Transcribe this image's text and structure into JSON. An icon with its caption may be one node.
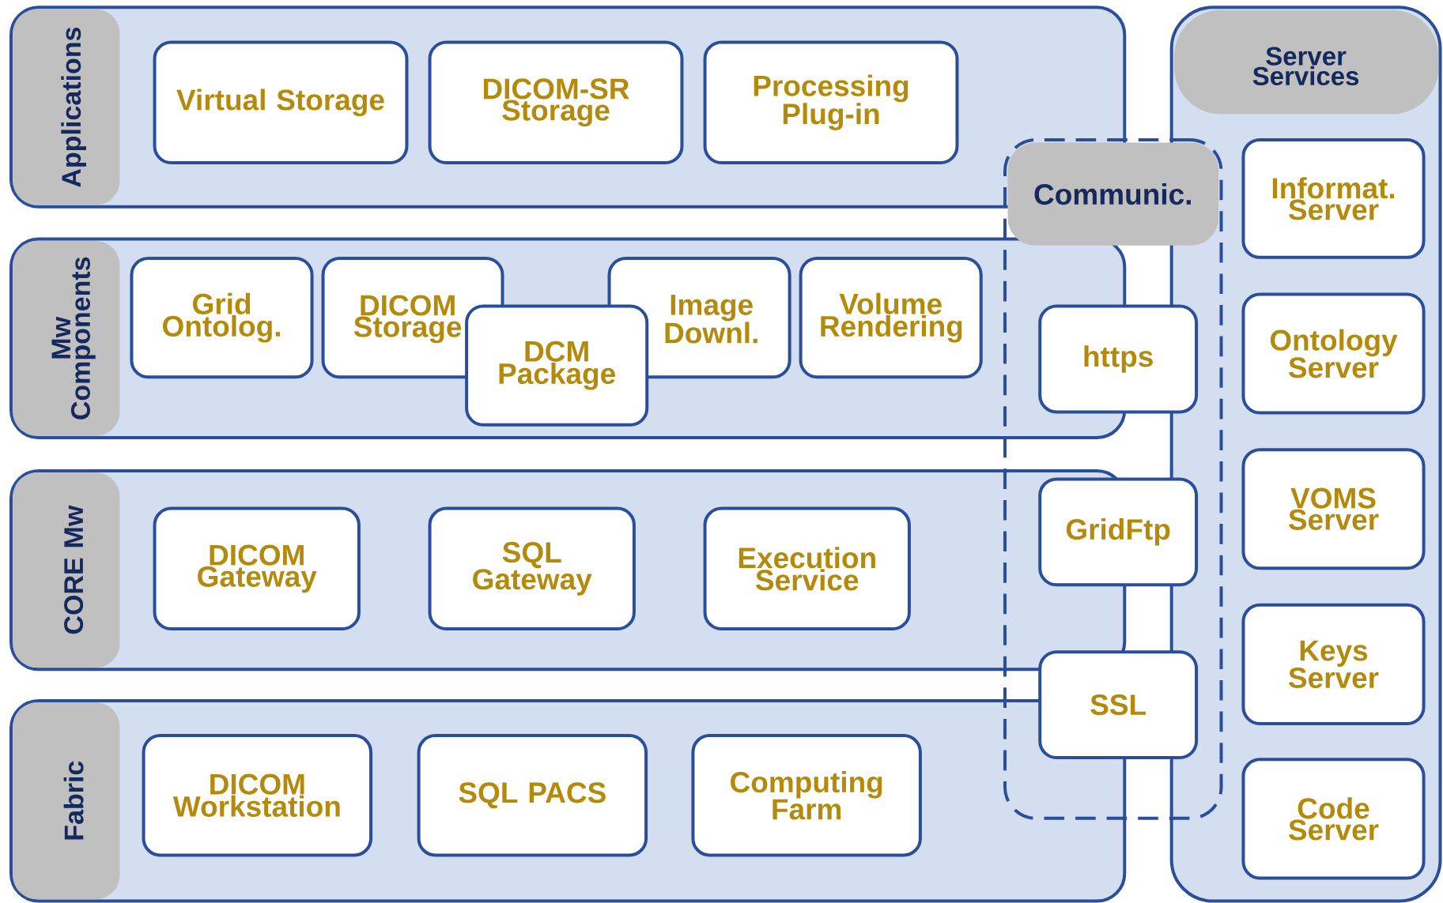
{
  "diagram": {
    "nodes": [
      {
        "text": [
          "Applications"
        ]
      },
      {
        "text": [
          "Virtual Storage"
        ],
        "in": 0
      },
      {
        "text": [
          "DICOM-SR Storage"
        ],
        "in": 0
      },
      {
        "text": [
          "Processing Plug-in"
        ],
        "in": 0
      },
      {
        "text": [
          "Mw Components"
        ]
      },
      {
        "text": [
          "Grid Ontolog."
        ],
        "in": 4
      },
      {
        "text": [
          "DICOM Storage"
        ],
        "in": 4
      },
      {
        "text": [
          "DCM Package"
        ],
        "in": 4
      },
      {
        "text": [
          "Image Downl."
        ],
        "in": 4
      },
      {
        "text": [
          "Volume Rendering"
        ],
        "in": 4
      },
      {
        "text": [
          "CORE Mw"
        ]
      },
      {
        "text": [
          "DICOM Gateway"
        ],
        "in": 10
      },
      {
        "text": [
          "SQL Gateway"
        ],
        "in": 10
      },
      {
        "text": [
          "Execution Service"
        ],
        "in": 10
      },
      {
        "text": [
          "Fabric"
        ]
      },
      {
        "text": [
          "DICOM Workstation"
        ],
        "in": 14
      },
      {
        "text": [
          "SQL PACS"
        ],
        "in": 14
      },
      {
        "text": [
          "Computing Farm"
        ],
        "in": 14
      },
      {
        "text": [
          "Communic."
        ]
      },
      {
        "text": [
          "https"
        ],
        "in": 18
      },
      {
        "text": [
          "GridFtp"
        ],
        "in": 18
      },
      {
        "text": [
          "SSL"
        ],
        "in": 18
      },
      {
        "text": [
          "Server Services"
        ]
      },
      {
        "text": [
          "Informat. Server"
        ],
        "in": 22
      },
      {
        "text": [
          "Ontology Server"
        ],
        "in": 22
      },
      {
        "text": [
          "VOMS Server"
        ],
        "in": 22
      },
      {
        "text": [
          "Keys Server"
        ],
        "in": 22
      },
      {
        "text": [
          "Code Server"
        ],
        "in": 22
      }
    ]
  }
}
